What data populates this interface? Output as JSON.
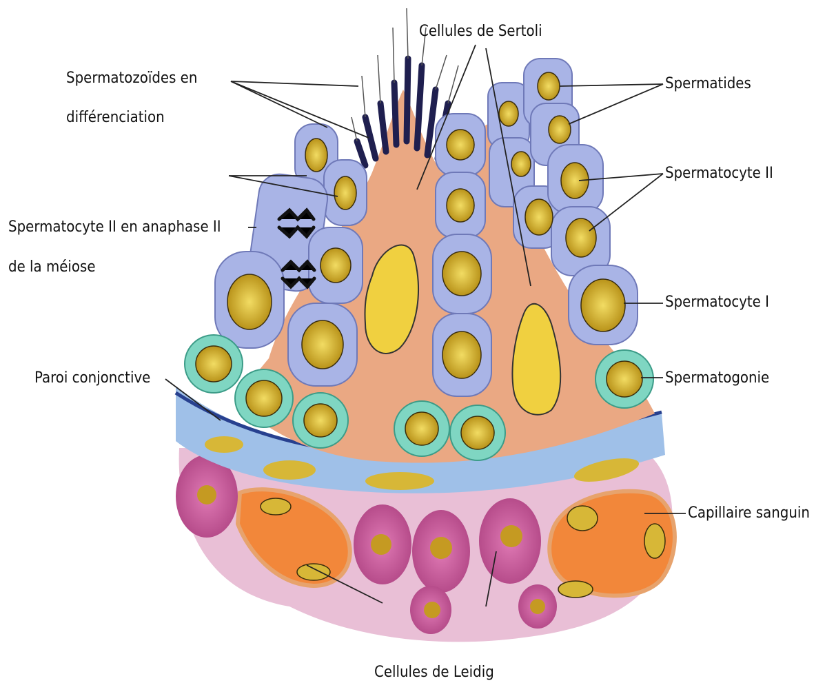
{
  "labels": {
    "sertoli": "Cellules de Sertoli",
    "spermatozoides_line1": "Spermatozoïdes en",
    "spermatozoides_line2": "différenciation",
    "spermatides": "Spermatides",
    "spermatocyte2": "Spermatocyte II",
    "anaphase_line1": "Spermatocyte II en anaphase II",
    "anaphase_line2": "de la méiose",
    "spermatocyte1": "Spermatocyte I",
    "paroi": "Paroi conjonctive",
    "spermatogonie": "Spermatogonie",
    "capillaire": "Capillaire sanguin",
    "leidig": "Cellules de Leidig"
  },
  "colors": {
    "sertoli": "#e9a882",
    "spermatocyte_cell": "#a9b4e6",
    "spermatogonia_cell": "#7fd6c2",
    "nucleus": "#e3c43a",
    "leydig": "#c7549a",
    "capillary": "#f08a3c",
    "connective": "#5a7fd0"
  }
}
